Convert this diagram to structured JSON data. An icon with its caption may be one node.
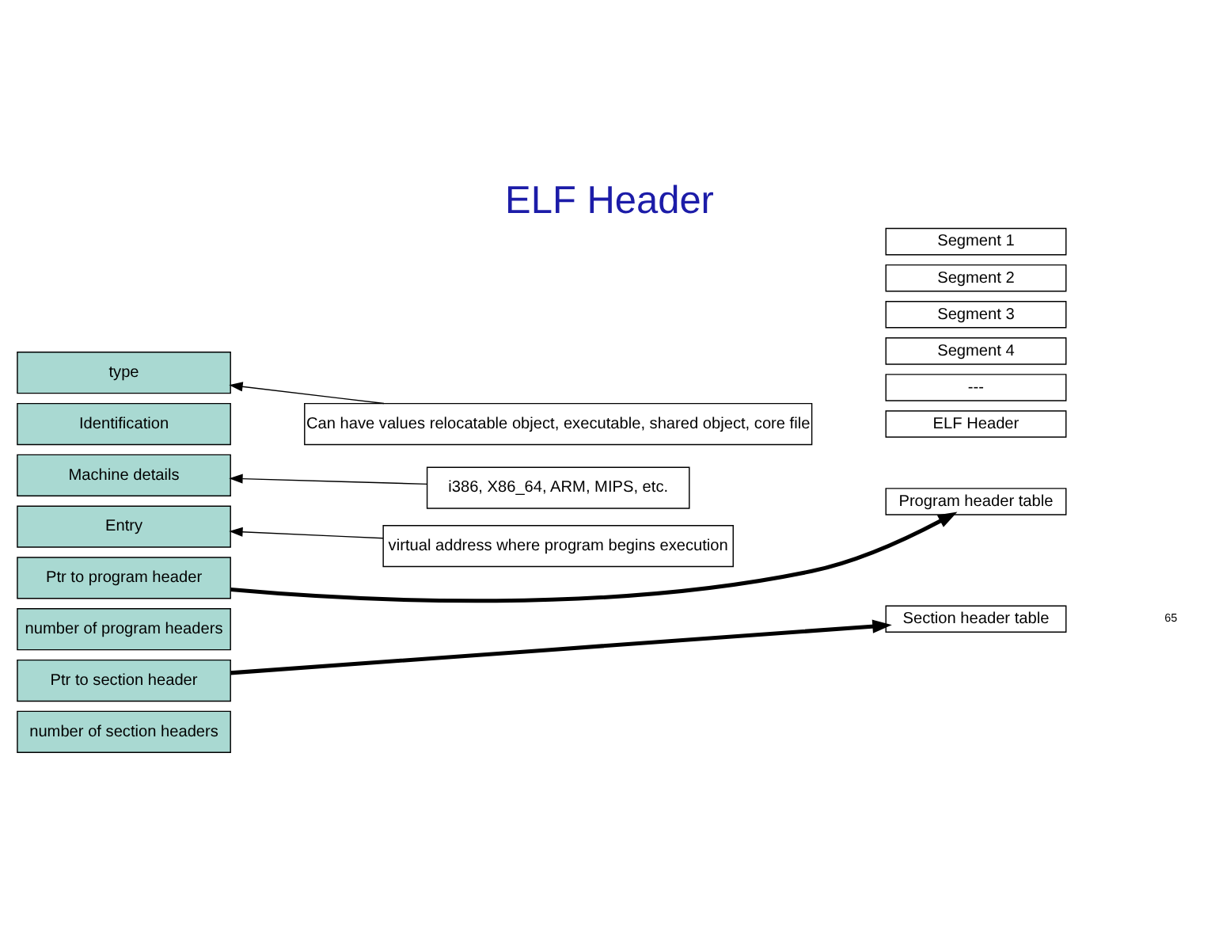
{
  "diagram": {
    "title": "ELF Header",
    "nodes": [
      {
        "text": [
          "Identification"
        ]
      },
      {
        "text": [
          "type"
        ]
      },
      {
        "text": [
          "Machine details"
        ]
      },
      {
        "text": [
          "Entry"
        ]
      },
      {
        "text": [
          "Ptr to program header"
        ]
      },
      {
        "text": [
          "number of program headers"
        ]
      },
      {
        "text": [
          "Ptr to section header"
        ]
      },
      {
        "text": [
          "number of section headers"
        ]
      },
      {
        "text": [
          "Can have values relocatable object, executable, shared object, core file"
        ]
      },
      {
        "text": [
          "i386, X86_64, ARM, MIPS, etc."
        ]
      },
      {
        "text": [
          "virtual address where program begins execution"
        ]
      },
      {
        "text": [
          "ELF Header"
        ]
      },
      {
        "text": [
          "Program header table"
        ]
      },
      {
        "text": [
          "Segment 1"
        ]
      },
      {
        "text": [
          "Segment 2"
        ]
      },
      {
        "text": [
          "Segment 3"
        ]
      },
      {
        "text": [
          "Segment 4"
        ]
      },
      {
        "text": [
          "---"
        ]
      },
      {
        "text": [
          "Section header table"
        ]
      }
    ],
    "edges": [
      {
        "from": 8,
        "to": 1,
        "arrow": "to"
      },
      {
        "from": 9,
        "to": 2,
        "arrow": "to"
      },
      {
        "from": 10,
        "to": 3,
        "arrow": "to"
      },
      {
        "from": 4,
        "to": 12,
        "arrow": "to",
        "style": "thick"
      },
      {
        "from": 6,
        "to": 18,
        "arrow": "to",
        "style": "thick"
      }
    ],
    "labels": [
      "65"
    ]
  }
}
